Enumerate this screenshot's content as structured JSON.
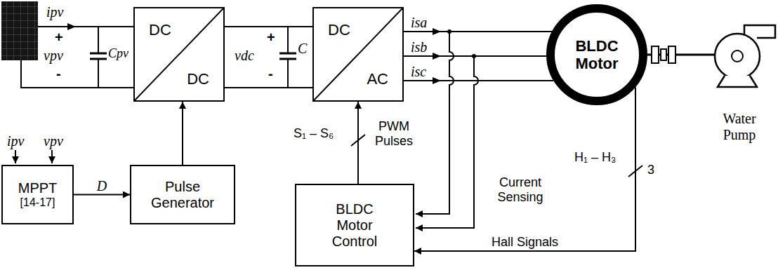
{
  "diagram": {
    "nodes": [
      {
        "text": [
          "DC",
          "DC"
        ]
      },
      {
        "text": [
          "DC",
          "AC"
        ]
      },
      {
        "text": [
          "BLDC Motor"
        ]
      },
      {
        "text": [
          "MPPT",
          "[14-17]"
        ]
      },
      {
        "text": [
          "Pulse Generator"
        ]
      },
      {
        "text": [
          "BLDC Motor Control"
        ]
      }
    ],
    "edges": [
      {
        "from": 3,
        "to": 4,
        "arrow": "to",
        "label": "D"
      },
      {
        "from": 4,
        "to": 0,
        "arrow": "to"
      },
      {
        "from": 0,
        "to": 1,
        "arrow": "none"
      },
      {
        "from": 0,
        "to": 1,
        "arrow": "none"
      },
      {
        "from": 1,
        "to": 2,
        "arrow": "none",
        "label": "isa"
      },
      {
        "from": 1,
        "to": 2,
        "arrow": "none",
        "label": "isb"
      },
      {
        "from": 1,
        "to": 2,
        "arrow": "none",
        "label": "isc"
      },
      {
        "from": 5,
        "to": 1,
        "arrow": "to"
      },
      {
        "from": 2,
        "to": 5,
        "arrow": "to",
        "label": "Hall Signals"
      }
    ],
    "labels": [
      "ipv",
      "vpv",
      "+",
      "-",
      "Cpv",
      "+",
      "vdc",
      "-",
      "C",
      "ipv",
      "vpv",
      "S₁ – S₆",
      "PWM Pulses",
      "H₁ – H₃",
      "3",
      "Current Sensing",
      "Water Pump"
    ]
  }
}
